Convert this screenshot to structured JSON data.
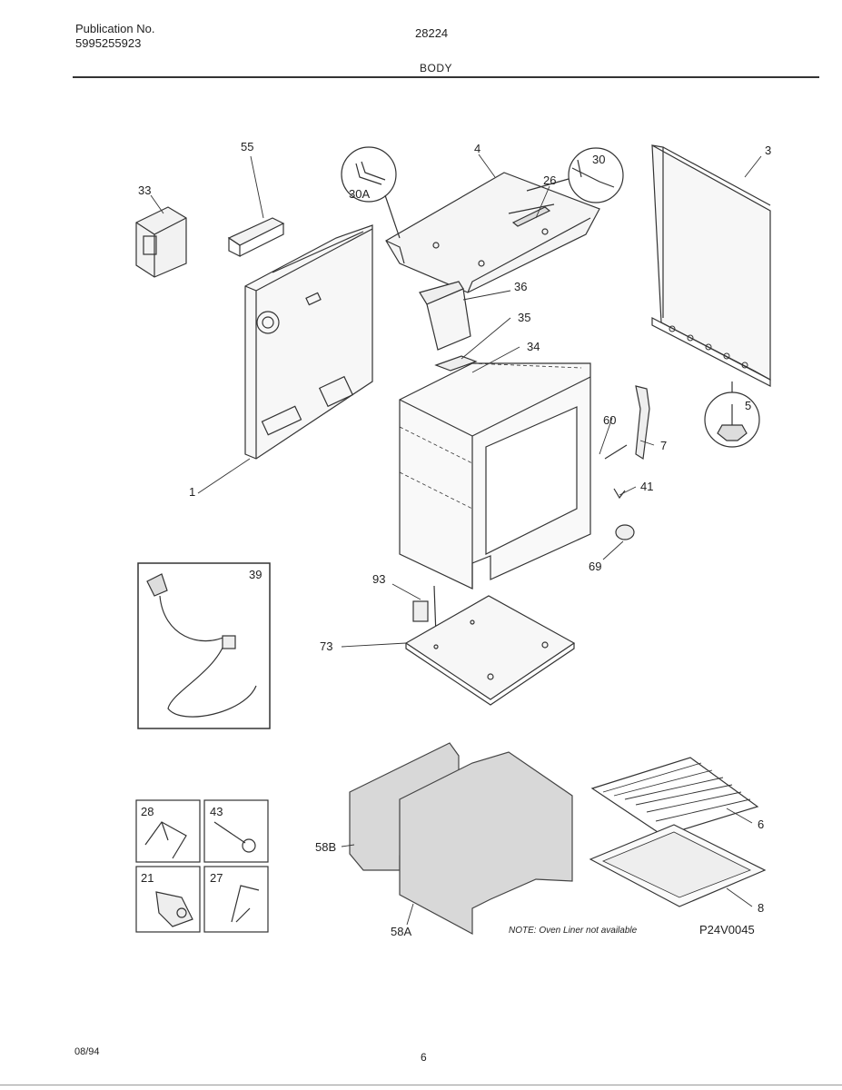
{
  "header": {
    "publication_label": "Publication No.",
    "publication_number": "5995255923",
    "model": "28224",
    "section": "BODY"
  },
  "callouts": {
    "c1": "1",
    "c3": "3",
    "c4": "4",
    "c5": "5",
    "c6": "6",
    "c7": "7",
    "c8": "8",
    "c21": "21",
    "c26": "26",
    "c27": "27",
    "c28": "28",
    "c30": "30",
    "c30a": "30A",
    "c33": "33",
    "c34": "34",
    "c35": "35",
    "c36": "36",
    "c39": "39",
    "c41": "41",
    "c43": "43",
    "c55": "55",
    "c58a": "58A",
    "c58b": "58B",
    "c60": "60",
    "c69": "69",
    "c73": "73",
    "c93": "93"
  },
  "footer": {
    "note": "NOTE: Oven Liner not available",
    "figure_number": "P24V0045",
    "date": "08/94",
    "page": "6"
  }
}
